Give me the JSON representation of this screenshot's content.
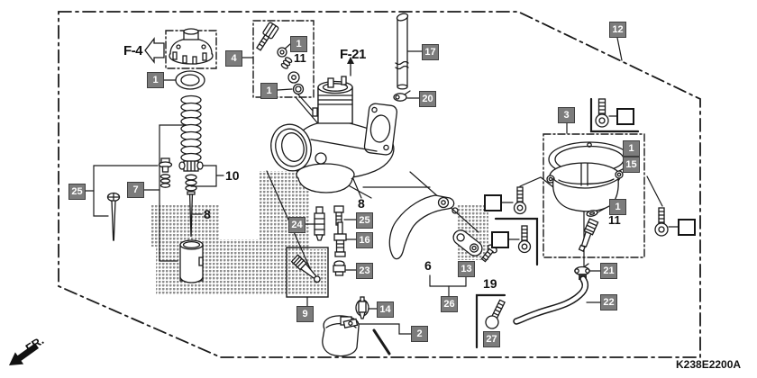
{
  "colors": {
    "callout_bg": "#7c7c7c",
    "callout_text": "#ffffff",
    "line_art": "#1a1a1a",
    "background": "#ffffff"
  },
  "diagram": {
    "code": "K238E2200A",
    "front_label": "FR.",
    "ref_labels": {
      "f4": "F-4",
      "f21": "F-21"
    },
    "callout_boxes": [
      "4",
      "1",
      "1",
      "1",
      "17",
      "20",
      "12",
      "3",
      "1",
      "15",
      "1",
      "25",
      "7",
      "24",
      "25",
      "16",
      "23",
      "9",
      "14",
      "2",
      "13",
      "26",
      "27",
      "21",
      "22"
    ],
    "callout_texts": [
      "11",
      "10",
      "8",
      "8",
      "6",
      "11",
      "19"
    ]
  }
}
